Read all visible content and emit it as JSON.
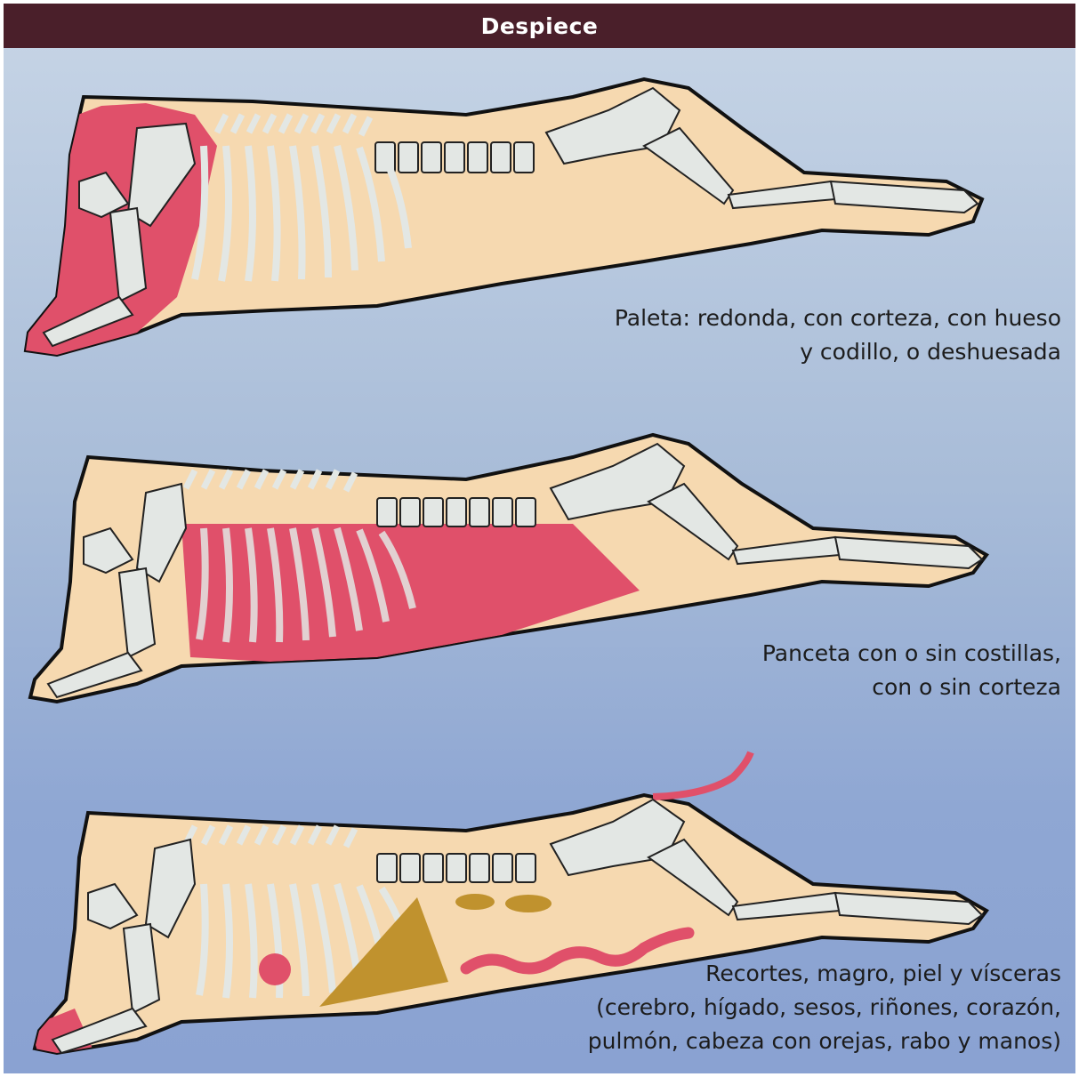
{
  "header": {
    "title": "Despiece"
  },
  "panels": [
    {
      "lines": [
        "Paleta: redonda, con corteza, con hueso",
        "y codillo, o deshuesada"
      ]
    },
    {
      "lines": [
        "Panceta con o sin costillas,",
        "con o sin corteza"
      ]
    },
    {
      "lines": [
        "Recortes, magro, piel y vísceras",
        "(cerebro, hígado, sesos, riñones, corazón,",
        "pulmón, cabeza con orejas, rabo y manos)"
      ]
    }
  ],
  "colors": {
    "body": "#f6d9b0",
    "outline": "#111111",
    "bone": "#e3e7e4",
    "cut": "#e0506a",
    "offal": "#c0922e",
    "header_bg": "#4a1f2a"
  }
}
